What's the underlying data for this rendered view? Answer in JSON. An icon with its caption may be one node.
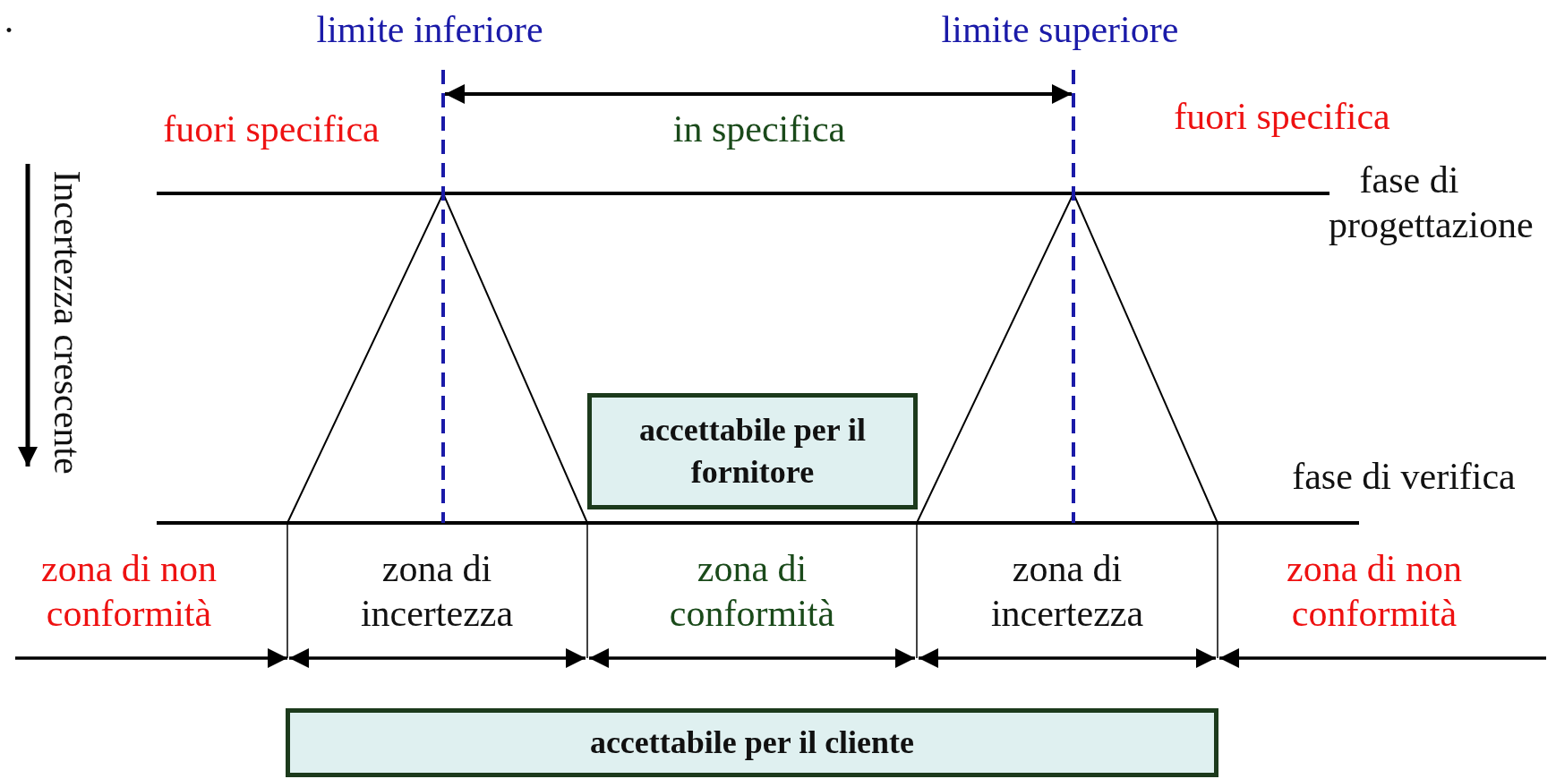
{
  "diagram": {
    "nodes": [
      {
        "text": [
          "accettabile per il fornitore"
        ]
      },
      {
        "text": [
          "accettabile per il cliente"
        ]
      }
    ],
    "labels": [
      ".",
      "limite inferiore",
      "limite superiore",
      "fuori specifica",
      "in specifica",
      "fuori specifica",
      "fase di progettazione",
      "Incertezza crescente",
      "fase di verifica",
      "zona di non conformità",
      "zona di incertezza",
      "zona di conformità",
      "zona di incertezza",
      "zona di non conformità"
    ]
  }
}
